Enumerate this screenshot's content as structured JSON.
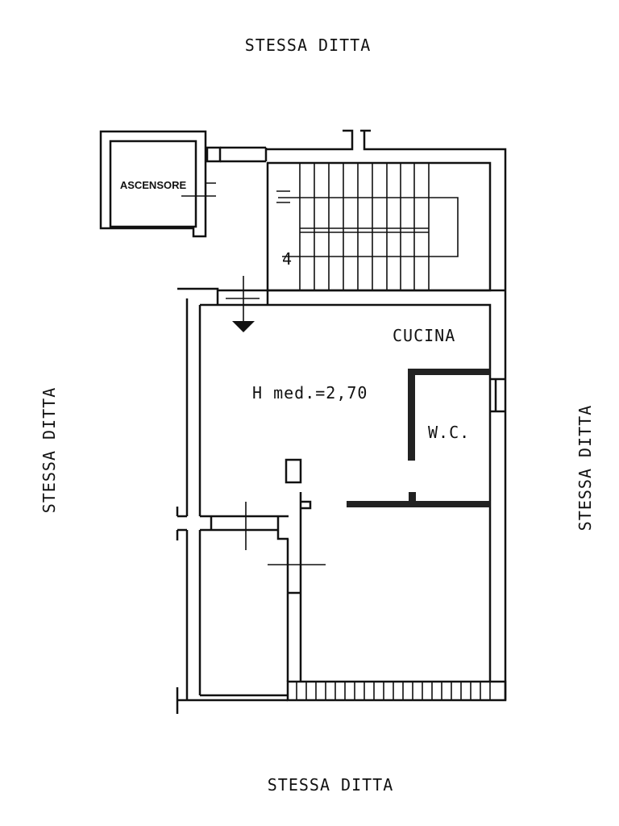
{
  "labels": {
    "top": "STESSA DITTA",
    "bottom": "STESSA DITTA",
    "left": "STESSA DITTA",
    "right": "STESSA DITTA",
    "elevator": "ASCENSORE",
    "kitchen": "CUCINA",
    "height": "H med.=2,70",
    "wc": "W.C.",
    "stair_number": "4"
  }
}
